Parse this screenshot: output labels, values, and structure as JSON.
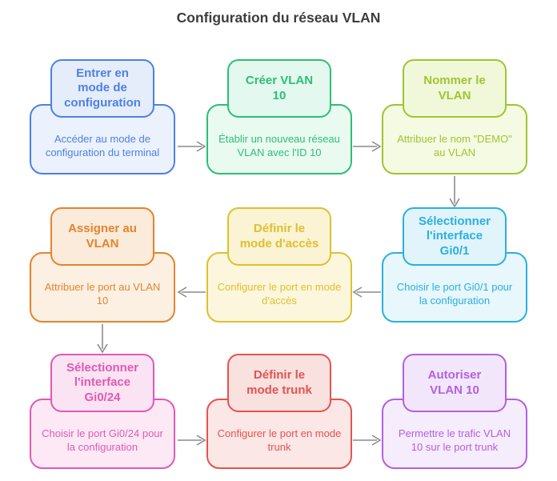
{
  "title": "Configuration du réseau VLAN",
  "arrow_color": "#8c8c8c",
  "nodes": [
    {
      "name": "enter-config-mode",
      "title": "Entrer en\nmode de\nconfiguration",
      "description": "Accéder au mode de\nconfiguration du terminal",
      "border_color": "#4e80e4",
      "fill_title": "#e5edfb",
      "fill_desc": "#ebf2fd"
    },
    {
      "name": "create-vlan-10",
      "title": "Créer VLAN\n10",
      "description": "Établir un nouveau réseau\nVLAN avec l'ID 10",
      "border_color": "#2ebe76",
      "fill_title": "#e3f8ee",
      "fill_desc": "#e9faf1"
    },
    {
      "name": "name-vlan",
      "title": "Nommer le\nVLAN",
      "description": "Attribuer le nom \"DEMO\"\nau VLAN",
      "border_color": "#9ec531",
      "fill_title": "#f1f8d9",
      "fill_desc": "#f5fae2"
    },
    {
      "name": "select-interface-gi0-1",
      "title": "Sélectionner\nl'interface\nGi0/1",
      "description": "Choisir le port Gi0/1 pour\nla configuration",
      "border_color": "#2bafe0",
      "fill_title": "#e1f4fb",
      "fill_desc": "#e7f7fc"
    },
    {
      "name": "set-access-mode",
      "title": "Définir le\nmode d'accès",
      "description": "Configurer le port en mode\nd'accès",
      "border_color": "#dfc02f",
      "fill_title": "#faf3d4",
      "fill_desc": "#fcf6dd"
    },
    {
      "name": "assign-to-vlan",
      "title": "Assigner au\nVLAN",
      "description": "Attribuer le port au VLAN\n10",
      "border_color": "#e5832e",
      "fill_title": "#faebda",
      "fill_desc": "#fcf0e2"
    },
    {
      "name": "select-interface-gi0-24",
      "title": "Sélectionner\nl'interface\nGi0/24",
      "description": "Choisir le port Gi0/24 pour\nla configuration",
      "border_color": "#e159b5",
      "fill_title": "#fae3f2",
      "fill_desc": "#fce9f5"
    },
    {
      "name": "set-trunk-mode",
      "title": "Définir le\nmode trunk",
      "description": "Configurer le port en mode\ntrunk",
      "border_color": "#e4534e",
      "fill_title": "#f9e1e0",
      "fill_desc": "#fbe7e6"
    },
    {
      "name": "allow-vlan-10",
      "title": "Autoriser\nVLAN 10",
      "description": "Permettre le trafic VLAN\n10 sur le port trunk",
      "border_color": "#b35fe0",
      "fill_title": "#f2e7fa",
      "fill_desc": "#f6edfc"
    }
  ],
  "flow": [
    {
      "from": "enter-config-mode",
      "to": "create-vlan-10"
    },
    {
      "from": "create-vlan-10",
      "to": "name-vlan"
    },
    {
      "from": "name-vlan",
      "to": "select-interface-gi0-1"
    },
    {
      "from": "select-interface-gi0-1",
      "to": "set-access-mode"
    },
    {
      "from": "set-access-mode",
      "to": "assign-to-vlan"
    },
    {
      "from": "assign-to-vlan",
      "to": "select-interface-gi0-24"
    },
    {
      "from": "select-interface-gi0-24",
      "to": "set-trunk-mode"
    },
    {
      "from": "set-trunk-mode",
      "to": "allow-vlan-10"
    }
  ]
}
